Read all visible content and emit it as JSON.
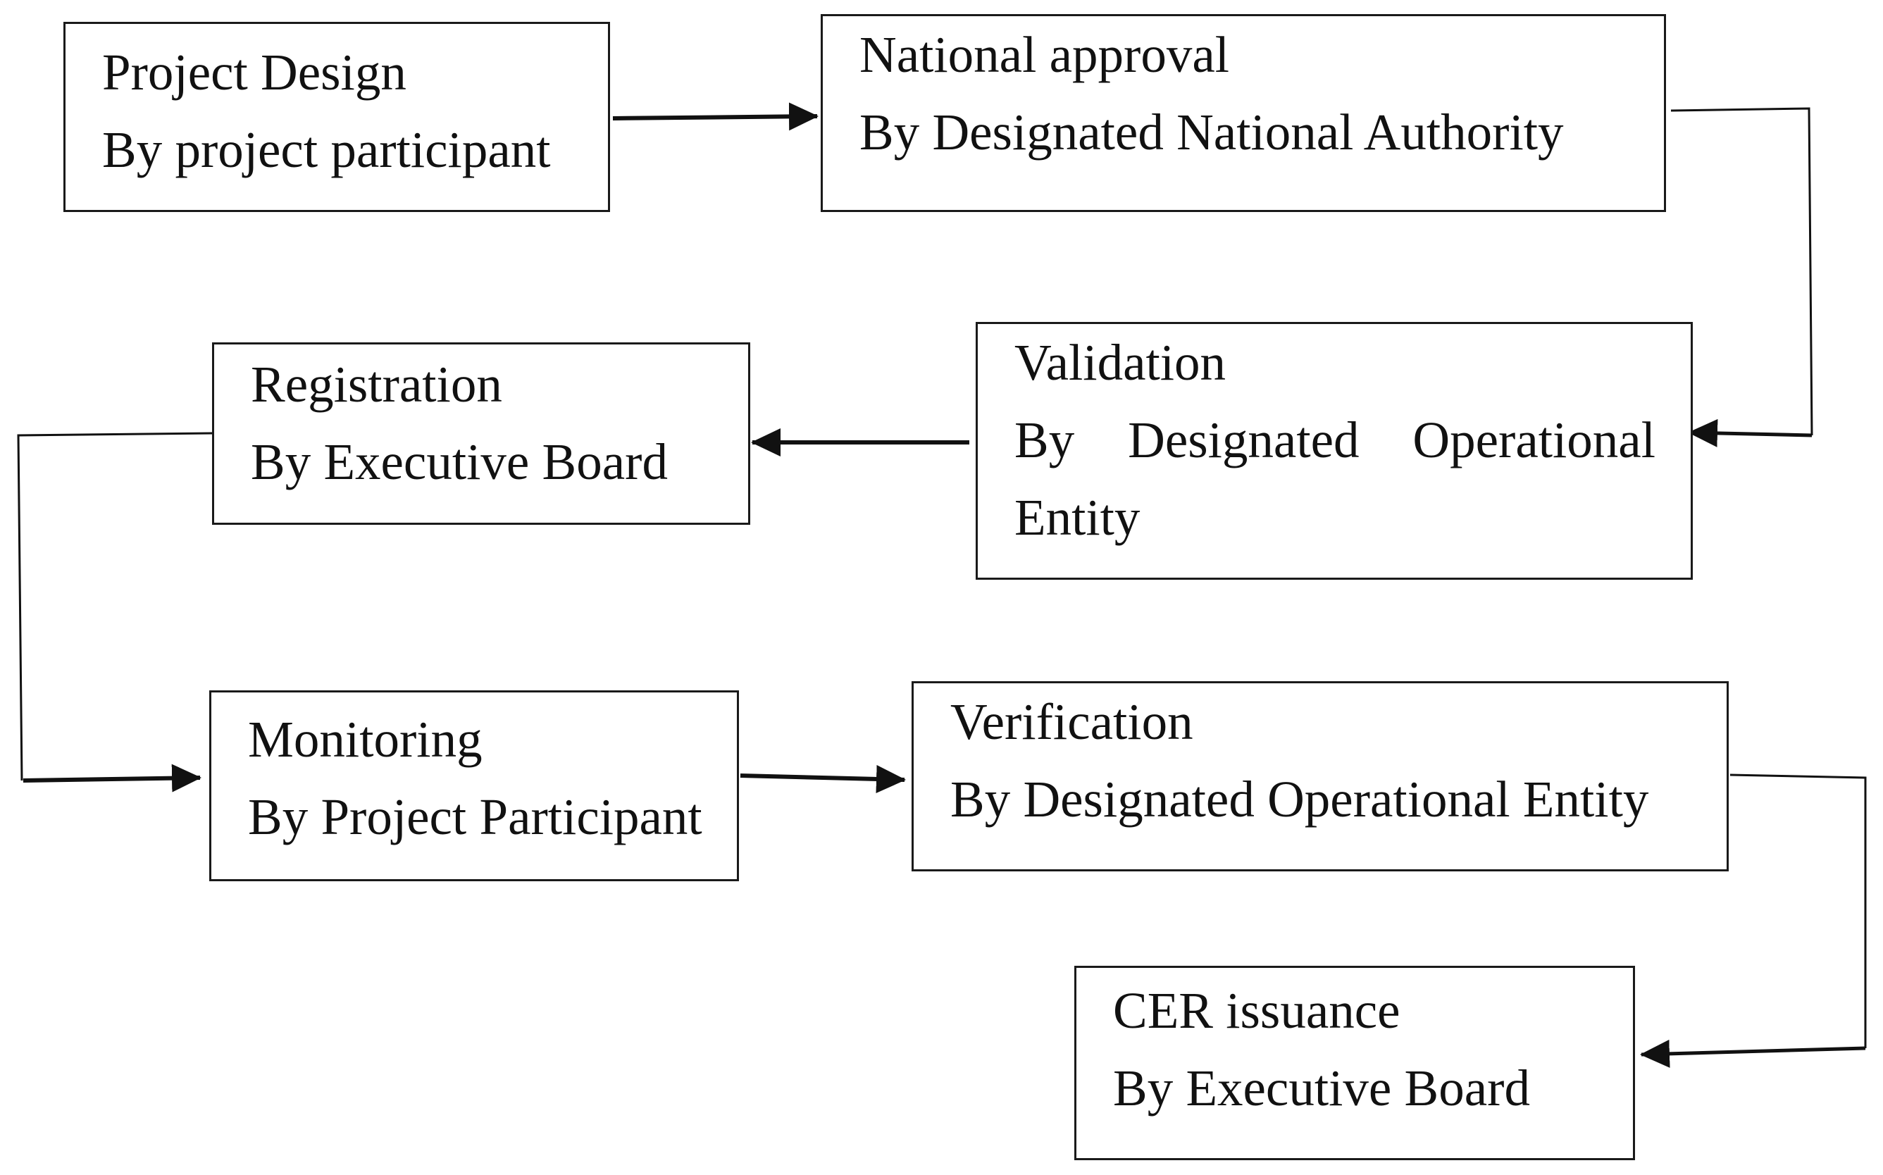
{
  "steps": {
    "project_design": {
      "title": "Project Design",
      "actor": "By project participant"
    },
    "national_approval": {
      "title": "National approval",
      "actor": "By Designated National Authority"
    },
    "validation": {
      "title": "Validation",
      "actor": "By Designated Operational",
      "actor_cont": "Entity"
    },
    "registration": {
      "title": "Registration",
      "actor": "By Executive Board"
    },
    "monitoring": {
      "title": "Monitoring",
      "actor": "By Project Participant"
    },
    "verification": {
      "title": "Verification",
      "actor": "By Designated Operational Entity"
    },
    "cer_issuance": {
      "title": "CER issuance",
      "actor": "By Executive Board"
    }
  },
  "flow": [
    [
      "project_design",
      "national_approval"
    ],
    [
      "national_approval",
      "validation"
    ],
    [
      "validation",
      "registration"
    ],
    [
      "registration",
      "monitoring"
    ],
    [
      "monitoring",
      "verification"
    ],
    [
      "verification",
      "cer_issuance"
    ]
  ]
}
